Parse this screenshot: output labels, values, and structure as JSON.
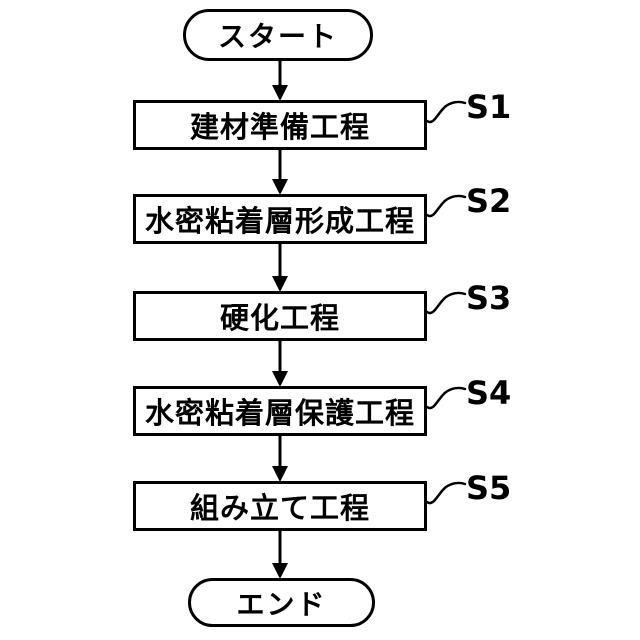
{
  "figure": {
    "background_color": "#ffffff",
    "stroke_color": "#000000",
    "start": {
      "label": "スタート"
    },
    "end": {
      "label": "エンド"
    },
    "steps": [
      {
        "id": "S1",
        "label": "建材準備工程"
      },
      {
        "id": "S2",
        "label": "水密粘着層形成工程"
      },
      {
        "id": "S3",
        "label": "硬化工程"
      },
      {
        "id": "S4",
        "label": "水密粘着層保護工程"
      },
      {
        "id": "S5",
        "label": "組み立て工程"
      }
    ]
  }
}
